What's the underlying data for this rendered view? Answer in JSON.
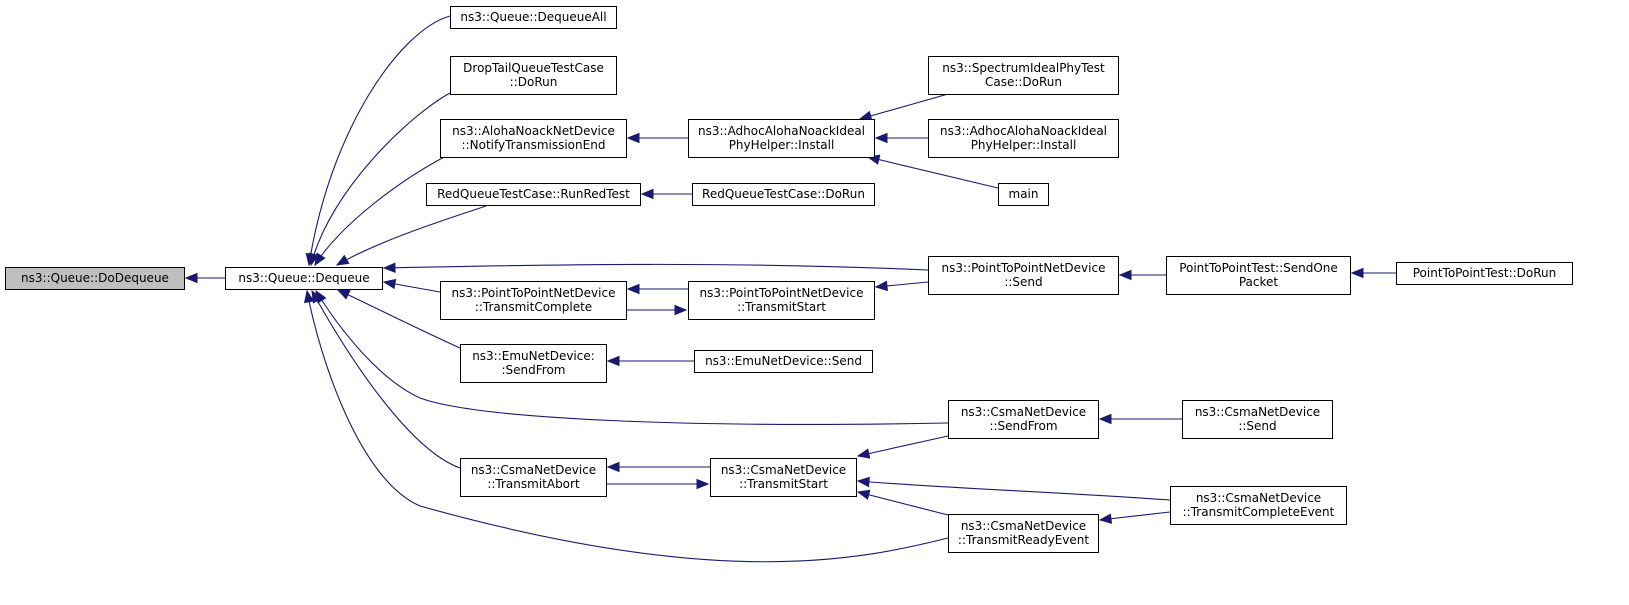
{
  "colors": {
    "edge": "#191970",
    "root_fill": "#bfbfbf",
    "node_fill": "#ffffff",
    "node_border": "#000000"
  },
  "nodes": [
    {
      "id": "n0",
      "lines": [
        "ns3::Queue::DoDequeue"
      ],
      "root": true
    },
    {
      "id": "n1",
      "lines": [
        "ns3::Queue::Dequeue"
      ]
    },
    {
      "id": "n2",
      "lines": [
        "ns3::Queue::DequeueAll"
      ]
    },
    {
      "id": "n3",
      "lines": [
        "DropTailQueueTestCase",
        "::DoRun"
      ]
    },
    {
      "id": "n4",
      "lines": [
        "ns3::AlohaNoackNetDevice",
        "::NotifyTransmissionEnd"
      ]
    },
    {
      "id": "n5",
      "lines": [
        "RedQueueTestCase::RunRedTest"
      ]
    },
    {
      "id": "n6",
      "lines": [
        "ns3::PointToPointNetDevice",
        "::TransmitComplete"
      ]
    },
    {
      "id": "n7",
      "lines": [
        "ns3::EmuNetDevice:",
        ":SendFrom"
      ]
    },
    {
      "id": "n8",
      "lines": [
        "ns3::CsmaNetDevice",
        "::TransmitAbort"
      ]
    },
    {
      "id": "n9",
      "lines": [
        "ns3::AdhocAlohaNoackIdeal",
        "PhyHelper::Install"
      ]
    },
    {
      "id": "n10",
      "lines": [
        "RedQueueTestCase::DoRun"
      ]
    },
    {
      "id": "n11",
      "lines": [
        "ns3::PointToPointNetDevice",
        "::TransmitStart"
      ]
    },
    {
      "id": "n12",
      "lines": [
        "ns3::EmuNetDevice::Send"
      ]
    },
    {
      "id": "n13",
      "lines": [
        "ns3::CsmaNetDevice",
        "::TransmitStart"
      ]
    },
    {
      "id": "n14",
      "lines": [
        "ns3::SpectrumIdealPhyTest",
        "Case::DoRun"
      ]
    },
    {
      "id": "n15",
      "lines": [
        "ns3::AdhocAlohaNoackIdeal",
        "PhyHelper::Install"
      ]
    },
    {
      "id": "n16",
      "lines": [
        "main"
      ]
    },
    {
      "id": "n17",
      "lines": [
        "ns3::PointToPointNetDevice",
        "::Send"
      ]
    },
    {
      "id": "n18",
      "lines": [
        "ns3::CsmaNetDevice",
        "::SendFrom"
      ]
    },
    {
      "id": "n19",
      "lines": [
        "ns3::CsmaNetDevice",
        "::TransmitReadyEvent"
      ]
    },
    {
      "id": "n20",
      "lines": [
        "PointToPointTest::SendOne",
        "Packet"
      ]
    },
    {
      "id": "n21",
      "lines": [
        "ns3::CsmaNetDevice",
        "::Send"
      ]
    },
    {
      "id": "n22",
      "lines": [
        "ns3::CsmaNetDevice",
        "::TransmitCompleteEvent"
      ]
    },
    {
      "id": "n23",
      "lines": [
        "PointToPointTest::DoRun"
      ]
    }
  ],
  "edges": [
    {
      "from": "n1",
      "to": "n0"
    },
    {
      "from": "n2",
      "to": "n1"
    },
    {
      "from": "n3",
      "to": "n1"
    },
    {
      "from": "n4",
      "to": "n1"
    },
    {
      "from": "n5",
      "to": "n1"
    },
    {
      "from": "n17",
      "to": "n1"
    },
    {
      "from": "n6",
      "to": "n1"
    },
    {
      "from": "n7",
      "to": "n1"
    },
    {
      "from": "n18",
      "to": "n1"
    },
    {
      "from": "n8",
      "to": "n1"
    },
    {
      "from": "n19",
      "to": "n1"
    },
    {
      "from": "n9",
      "to": "n4"
    },
    {
      "from": "n10",
      "to": "n5"
    },
    {
      "from": "n11",
      "to": "n6"
    },
    {
      "from": "n6",
      "to": "n11"
    },
    {
      "from": "n12",
      "to": "n7"
    },
    {
      "from": "n13",
      "to": "n8"
    },
    {
      "from": "n8",
      "to": "n13"
    },
    {
      "from": "n14",
      "to": "n9"
    },
    {
      "from": "n15",
      "to": "n9"
    },
    {
      "from": "n16",
      "to": "n9"
    },
    {
      "from": "n17",
      "to": "n11"
    },
    {
      "from": "n18",
      "to": "n13"
    },
    {
      "from": "n19",
      "to": "n13"
    },
    {
      "from": "n20",
      "to": "n17"
    },
    {
      "from": "n21",
      "to": "n18"
    },
    {
      "from": "n22",
      "to": "n19"
    },
    {
      "from": "n22",
      "to": "n13"
    },
    {
      "from": "n23",
      "to": "n20"
    }
  ]
}
